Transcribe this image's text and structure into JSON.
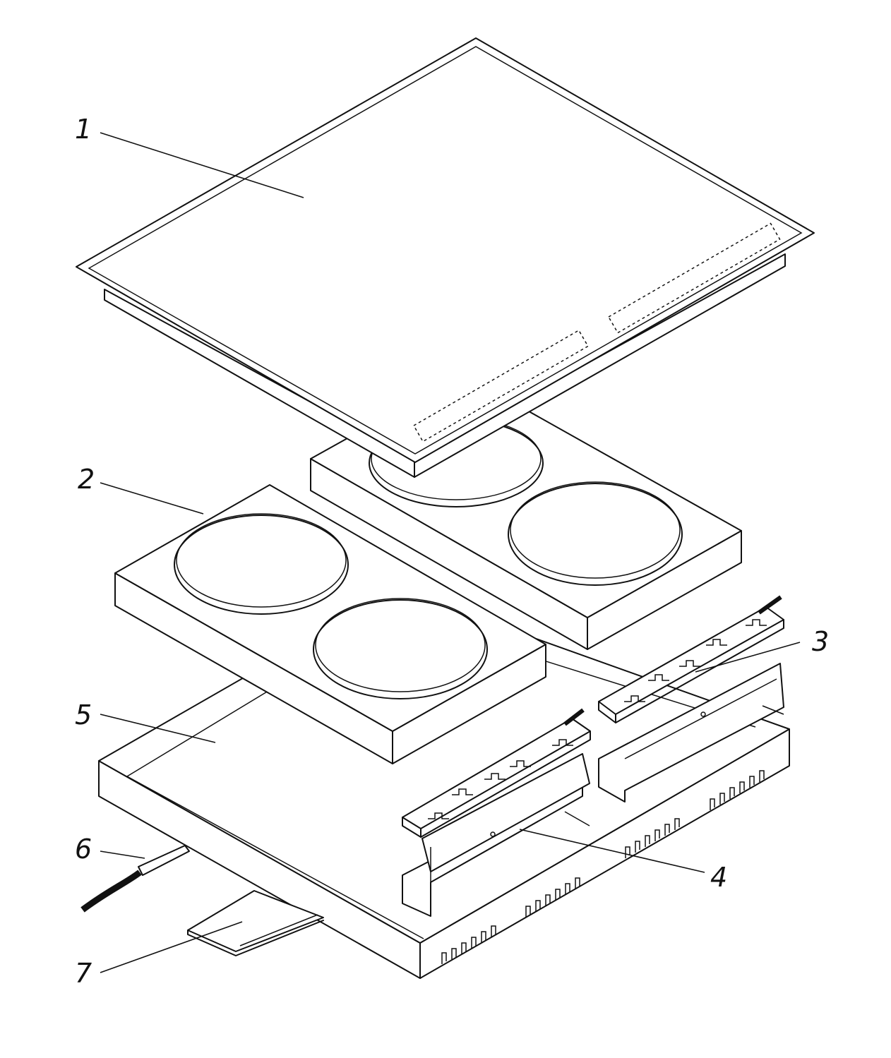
{
  "callouts": {
    "1": "1",
    "2": "2",
    "3": "3",
    "4": "4",
    "5": "5",
    "6": "6",
    "7": "7"
  },
  "parts": {
    "1": "glass-ceramic-top",
    "2": "heating-plates",
    "3": "control-boards",
    "4": "board-holders",
    "5": "bottom-housing",
    "6": "power-cable",
    "7": "bracket-plate"
  }
}
